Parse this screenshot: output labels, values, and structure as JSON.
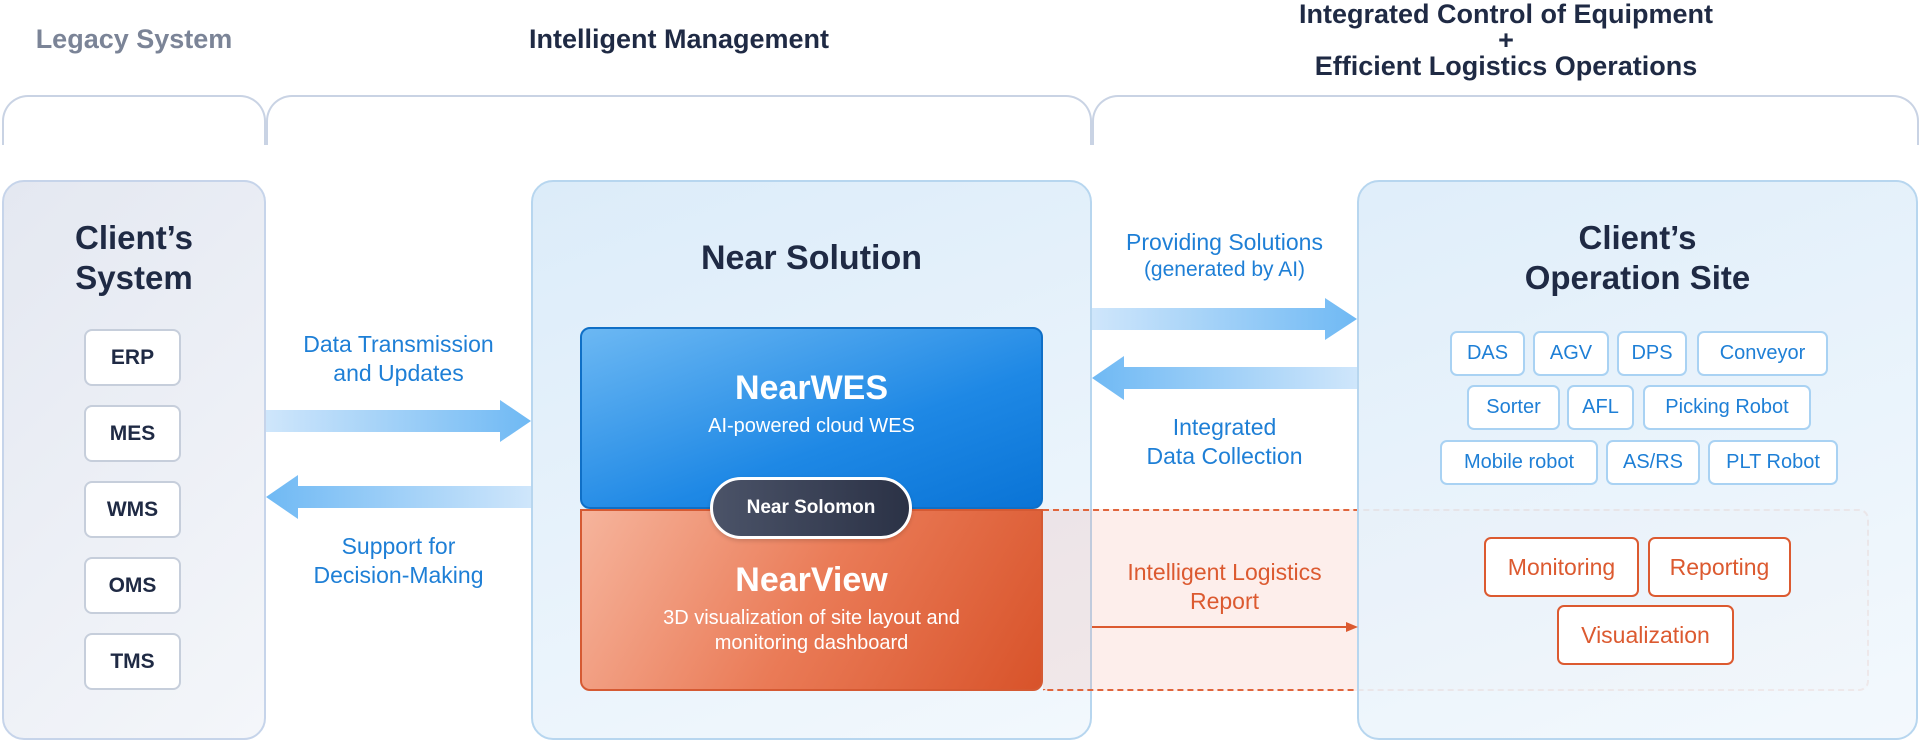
{
  "headers": {
    "legacy": "Legacy System",
    "intelligent": "Intelligent Management",
    "integrated_line1": "Integrated Control of Equipment",
    "integrated_plus": "+",
    "integrated_line2": "Efficient Logistics Operations"
  },
  "client_system": {
    "title_line1": "Client’s",
    "title_line2": "System",
    "items": [
      "ERP",
      "MES",
      "WMS",
      "OMS",
      "TMS"
    ]
  },
  "near_solution": {
    "title": "Near Solution",
    "nearwes": {
      "name": "NearWES",
      "description": "AI-powered cloud WES"
    },
    "solomon": "Near Solomon",
    "nearview": {
      "name": "NearView",
      "description_line1": "3D visualization of site layout and",
      "description_line2": "monitoring dashboard"
    }
  },
  "operation_site": {
    "title_line1": "Client’s",
    "title_line2": "Operation Site",
    "equipment": [
      "DAS",
      "AGV",
      "DPS",
      "Conveyor",
      "Sorter",
      "AFL",
      "Picking Robot",
      "Mobile robot",
      "AS/RS",
      "PLT Robot"
    ],
    "reports": [
      "Monitoring",
      "Reporting",
      "Visualization"
    ]
  },
  "flows": {
    "data_transmission_line1": "Data Transmission",
    "data_transmission_line2": "and Updates",
    "support_line1": "Support for",
    "support_line2": "Decision-Making",
    "providing_line1": "Providing Solutions",
    "providing_line2": "(generated by AI)",
    "integrated_collection_line1": "Integrated",
    "integrated_collection_line2": "Data Collection",
    "report_line1": "Intelligent Logistics",
    "report_line2": "Report"
  },
  "colors": {
    "blue_accent": "#1e7fd6",
    "orange_accent": "#dc5a30",
    "dark_text": "#1f2a44"
  }
}
